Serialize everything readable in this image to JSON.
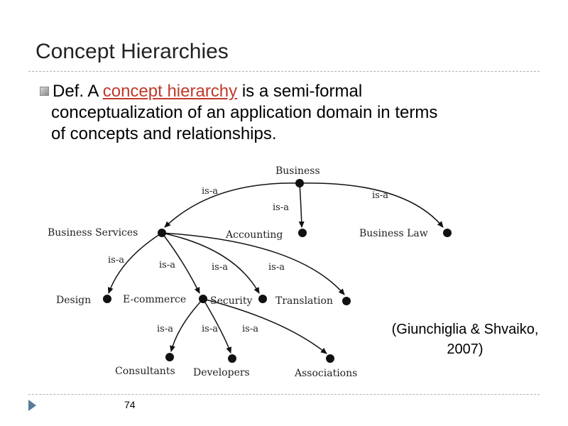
{
  "slide": {
    "title": "Concept Hierarchies",
    "definition": {
      "lead": "Def. A ",
      "term": "concept hierarchy",
      "rest_line1": " is a semi-formal",
      "line2": "conceptualization of an application domain in terms",
      "line3": "of concepts and relationships."
    },
    "citation": {
      "line1": "(Giunchiglia & Shvaiko,",
      "line2": "2007)"
    },
    "page_number": "74"
  },
  "diagram": {
    "nodes": {
      "business": "Business",
      "business_services": "Business Services",
      "accounting": "Accounting",
      "business_law": "Business Law",
      "design": "Design",
      "ecommerce": "E-commerce",
      "security": "Security",
      "translation": "Translation",
      "consultants": "Consultants",
      "developers": "Developers",
      "associations": "Associations"
    },
    "edge_label": "is-a"
  }
}
